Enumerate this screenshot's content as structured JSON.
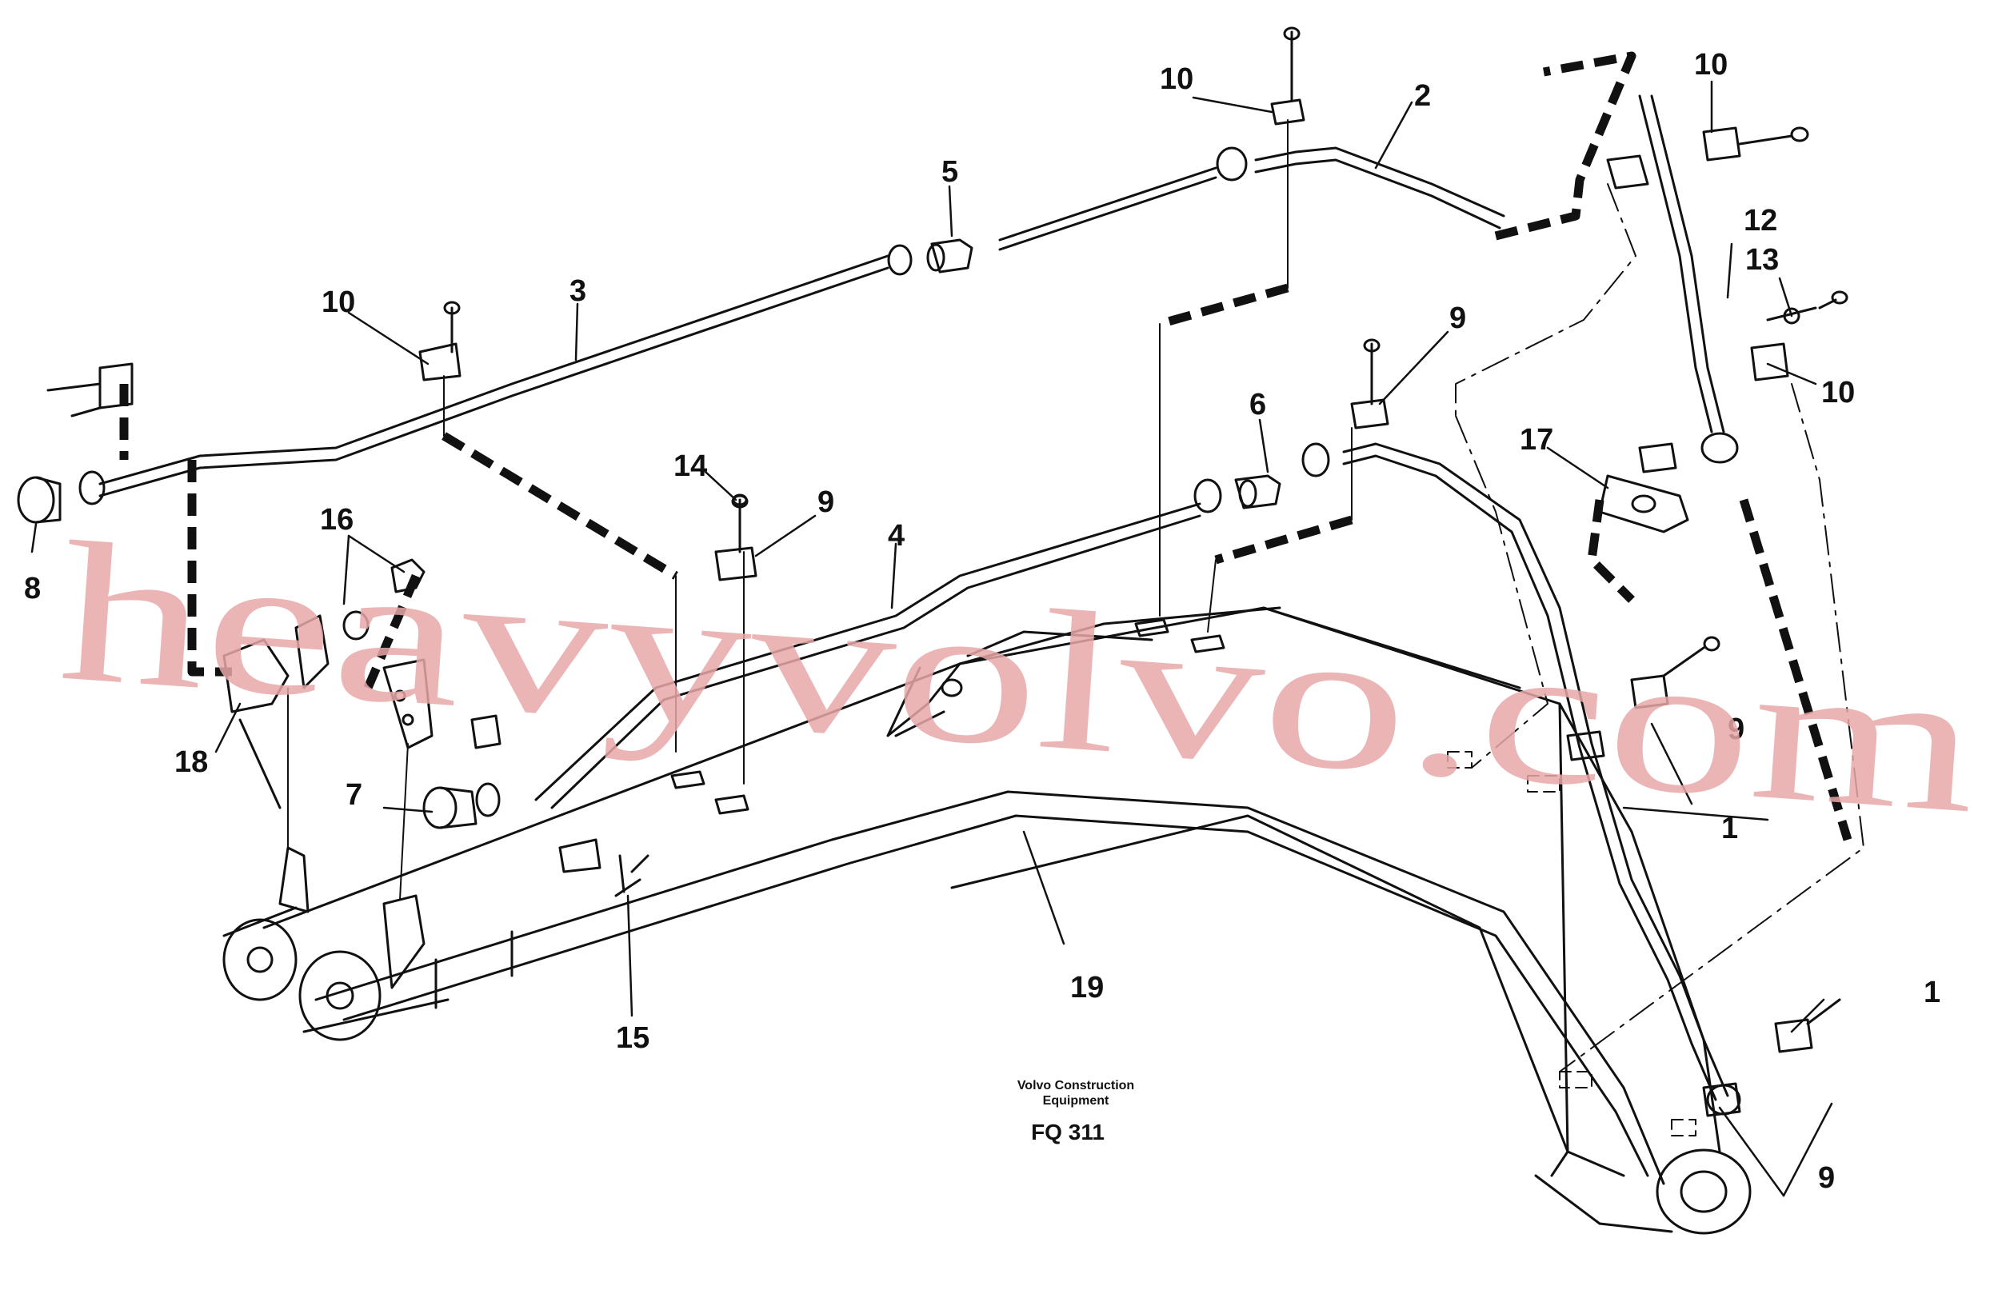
{
  "parts": [
    "1",
    "1",
    "2",
    "3",
    "4",
    "5",
    "6",
    "7",
    "8",
    "9",
    "9",
    "9",
    "9",
    "10",
    "10",
    "10",
    "10",
    "12",
    "13",
    "14",
    "15",
    "16",
    "17",
    "18",
    "19"
  ],
  "caption": {
    "company_line1": "Volvo Construction",
    "company_line2": "Equipment",
    "code": "FQ 311"
  },
  "watermark": "heavyvolvo.com",
  "colors": {
    "line": "#111111",
    "watermark": "#e9a8a8"
  }
}
